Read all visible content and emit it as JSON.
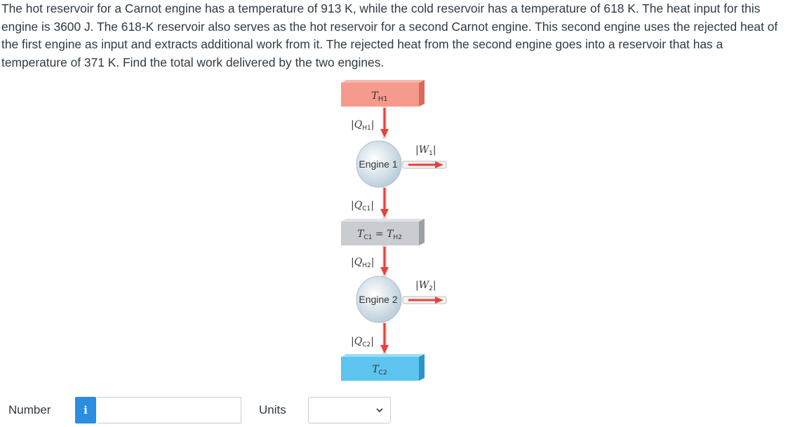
{
  "question": {
    "text": "The hot reservoir for a Carnot engine has a temperature of 913 K, while the cold reservoir has a temperature of 618 K. The heat input for this engine is 3600 J. The 618-K reservoir also serves as the hot reservoir for a second Carnot engine. This second engine uses the rejected heat of the first engine as input and extracts additional work from it. The rejected heat from the second engine goes into a reservoir that has a temperature of 371 K. Find the total work delivered by the two engines."
  },
  "diagram": {
    "hot_reservoir": {
      "symbol": "T",
      "subscript": "H1"
    },
    "q_h1": {
      "symbol": "Q",
      "subscript": "H1"
    },
    "engine1_label": "Engine 1",
    "w1": {
      "symbol": "W",
      "subscript": "1"
    },
    "q_c1": {
      "symbol": "Q",
      "subscript": "C1"
    },
    "middle_reservoir": {
      "left_symbol": "T",
      "left_subscript": "C1",
      "equals": "=",
      "right_symbol": "T",
      "right_subscript": "H2"
    },
    "q_h2": {
      "symbol": "Q",
      "subscript": "H2"
    },
    "engine2_label": "Engine 2",
    "w2": {
      "symbol": "W",
      "subscript": "2"
    },
    "q_c2": {
      "symbol": "Q",
      "subscript": "C2"
    },
    "cold_reservoir": {
      "symbol": "T",
      "subscript": "C2"
    },
    "colors": {
      "hot": "#f59a8c",
      "middle": "#c9cdd1",
      "cold": "#5cc4ee",
      "arrow": "#e8413a",
      "engine": "#d6e4ec"
    }
  },
  "answer": {
    "number_label": "Number",
    "info_icon_glyph": "i",
    "number_value": "",
    "units_label": "Units",
    "units_selected": ""
  }
}
